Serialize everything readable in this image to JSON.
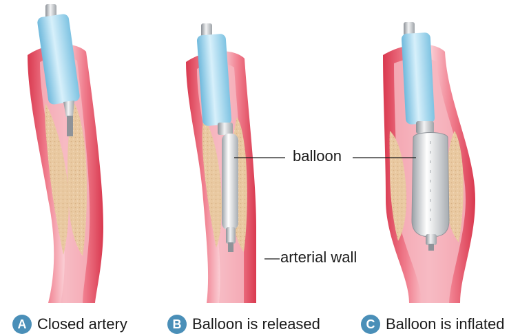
{
  "panels": [
    {
      "letter": "A",
      "caption": "Closed artery",
      "state": "closed"
    },
    {
      "letter": "B",
      "caption": "Balloon is released",
      "state": "released"
    },
    {
      "letter": "C",
      "caption": "Balloon is inflated",
      "state": "inflated"
    }
  ],
  "labels": {
    "balloon": "balloon",
    "arterial_wall": "arterial wall"
  },
  "colors": {
    "artery_wall": "#e8536a",
    "artery_light": "#f7a9b5",
    "plaque": "#e8c9a0",
    "catheter": "#9fd4ec",
    "balloon": "#c9ccd0",
    "badge": "#4a8fb8",
    "text": "#1a1a1a"
  }
}
